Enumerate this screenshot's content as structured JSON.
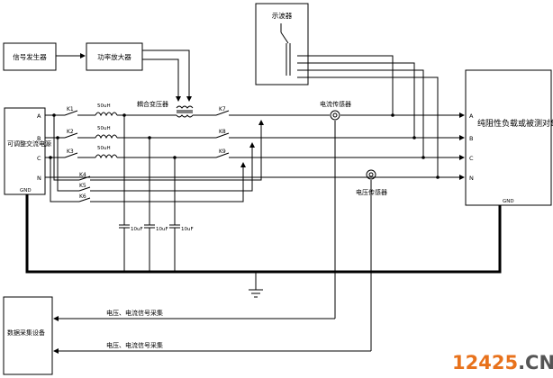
{
  "blocks": {
    "signal_generator": "信号发生器",
    "power_amplifier": "功率放大器",
    "oscilloscope": "示波器",
    "ac_source": "可调整交流电源",
    "load": "纯阻性负载或被测对象UUT",
    "daq": "数据采集设备"
  },
  "labels": {
    "coupling_transformer": "耦合变压器",
    "current_sensor": "电流传感器",
    "voltage_sensor": "电压传感器",
    "source_a": "A",
    "source_b": "B",
    "source_c": "C",
    "source_n": "N",
    "source_gnd": "GND",
    "load_a": "A",
    "load_b": "B",
    "load_c": "C",
    "load_n": "N",
    "load_gnd": "GND",
    "signal_label_1": "电压、电流信号采集",
    "signal_label_2": "电压、电流信号采集"
  },
  "switches": [
    "K1",
    "K2",
    "K3",
    "K4",
    "K5",
    "K6",
    "K7",
    "K8",
    "K9"
  ],
  "inductors": [
    "50uH",
    "50uH",
    "50uH"
  ],
  "capacitors": [
    "10uF",
    "10uF",
    "10uF"
  ],
  "watermark": {
    "digits": "12425",
    "suffix": ".CN",
    "digits_color": "#e8721c",
    "suffix_color": "#555555"
  }
}
